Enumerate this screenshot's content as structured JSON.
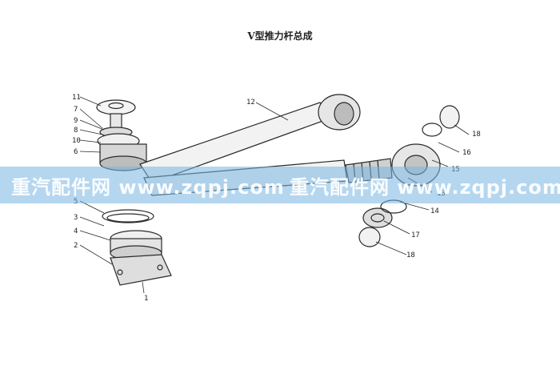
{
  "title": "V型推力杆总成",
  "watermark": "重汽配件网 www.zqpj.com",
  "colors": {
    "line": "#2a2a2a",
    "band": "#78b4e1"
  },
  "part_labels": [
    "1",
    "2",
    "3",
    "4",
    "5",
    "6",
    "7",
    "8",
    "9",
    "10",
    "11",
    "12",
    "13",
    "14",
    "15",
    "16",
    "17",
    "18",
    "18"
  ]
}
